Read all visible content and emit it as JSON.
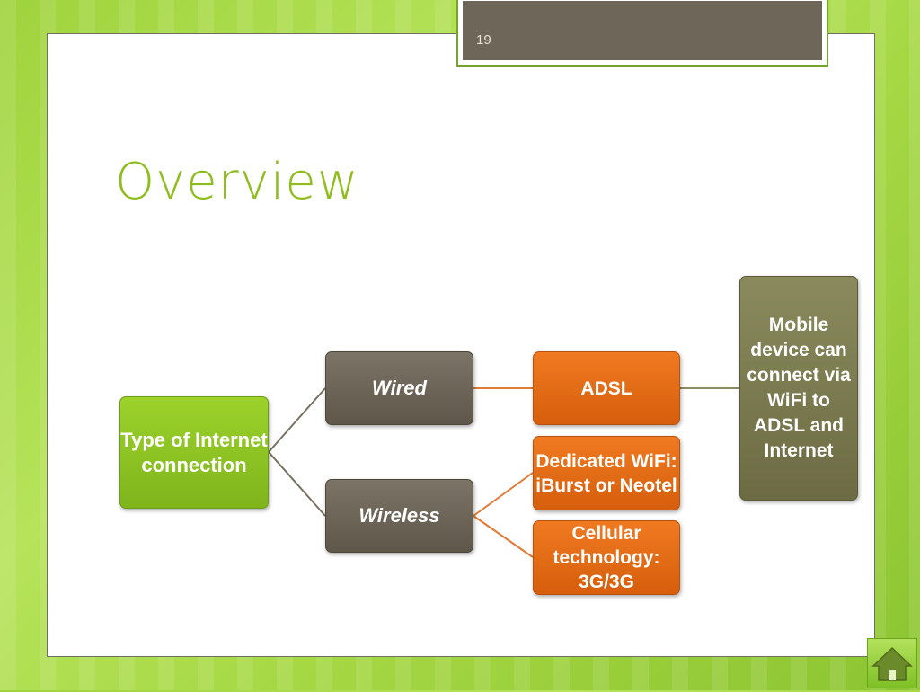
{
  "slide": {
    "number": "19",
    "title": "Overview"
  },
  "diagram": {
    "root": "Type of Internet connection",
    "wired": "Wired",
    "wireless": "Wireless",
    "adsl": "ADSL",
    "dedicated": "Dedicated WiFi: iBurst or Neotel",
    "cellular": "Cellular technology: 3G/3G",
    "mobile": "Mobile device can connect via WiFi to ADSL and Internet"
  },
  "colors": {
    "title_green": "#8fbd1e",
    "root_green": "#8bc322",
    "taupe": "#6e6658",
    "orange": "#e56d16",
    "olive": "#7b7a50"
  },
  "icons": {
    "home": "home-icon"
  }
}
